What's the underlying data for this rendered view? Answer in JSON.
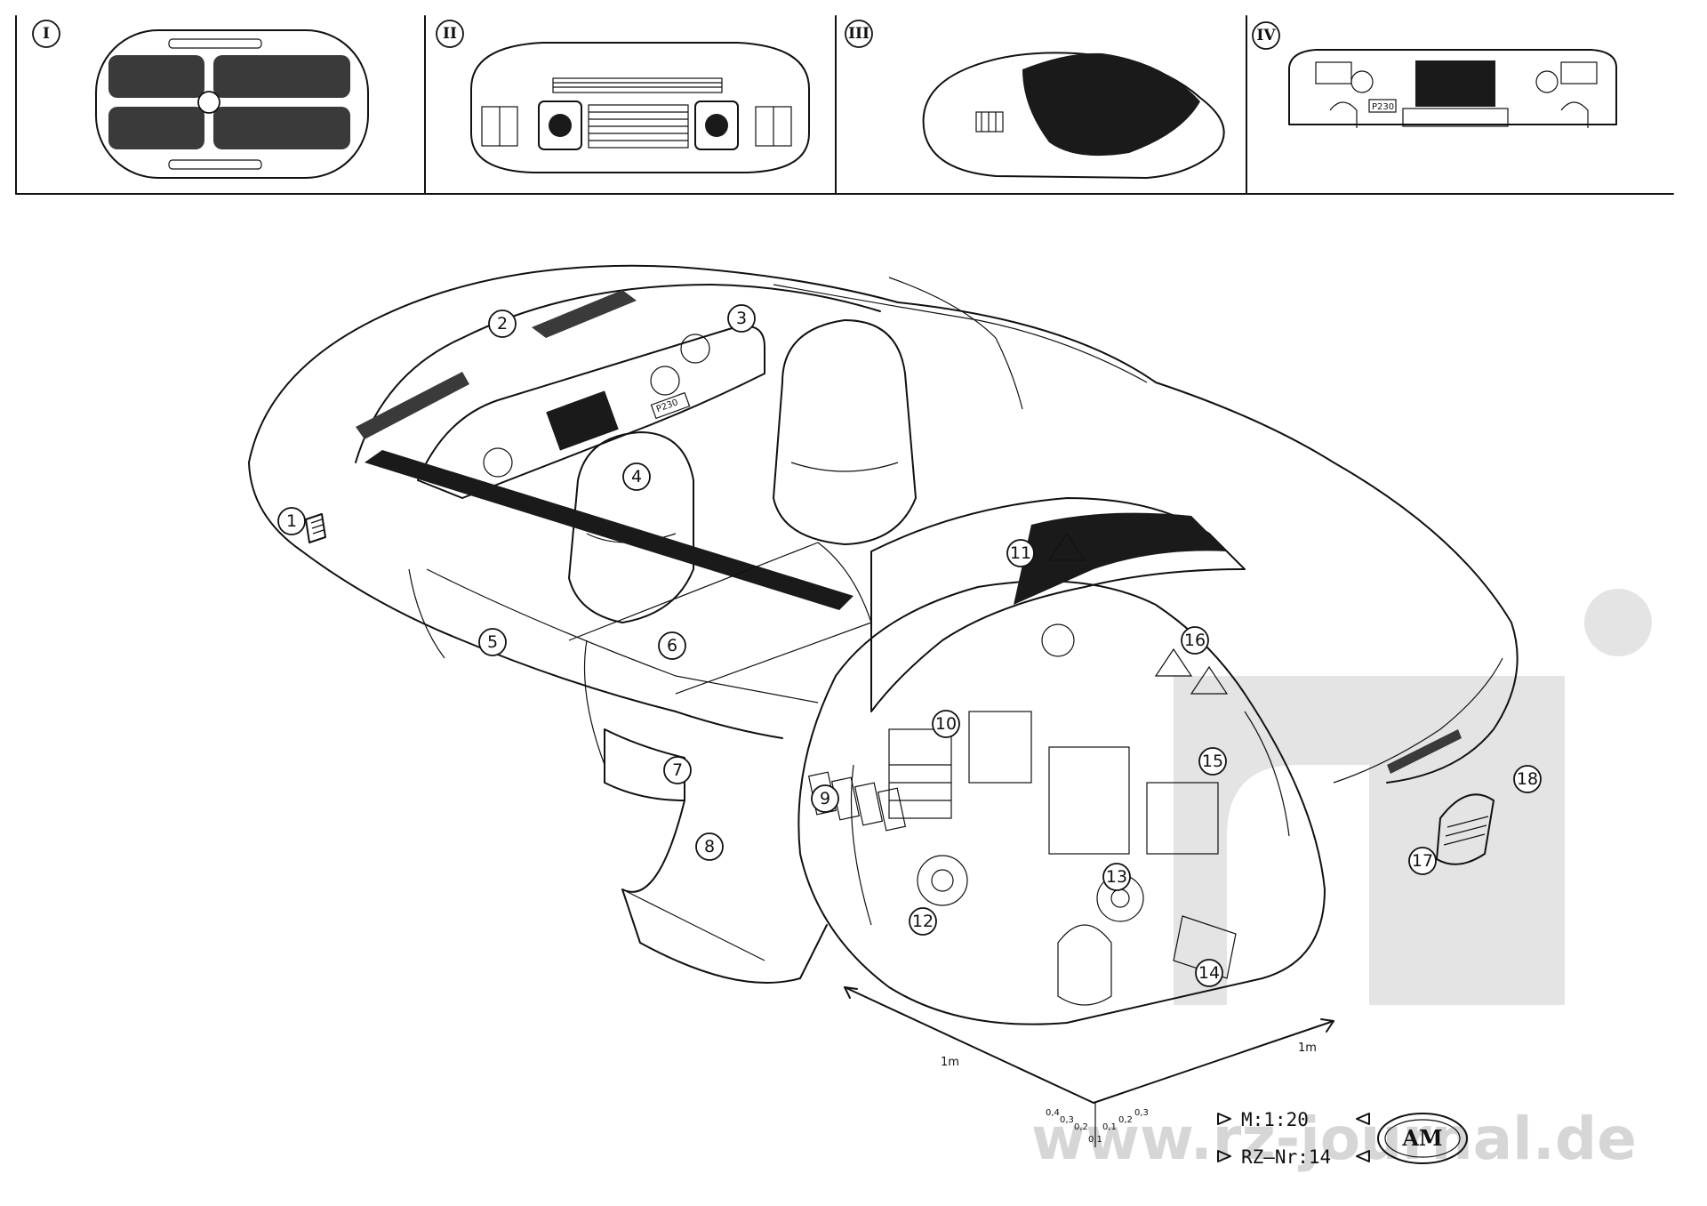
{
  "header_panels": [
    {
      "numeral": "I",
      "view": "top"
    },
    {
      "numeral": "II",
      "view": "front"
    },
    {
      "numeral": "III",
      "view": "perspective"
    },
    {
      "numeral": "IV",
      "view": "dashboard"
    }
  ],
  "panel_iv_readout": "P230",
  "dashboard_readout": "P230",
  "callouts": [
    "1",
    "2",
    "3",
    "4",
    "5",
    "6",
    "7",
    "8",
    "9",
    "10",
    "11",
    "12",
    "13",
    "14",
    "15",
    "16",
    "17",
    "18"
  ],
  "dimension_labels": {
    "left_axis": "1m",
    "right_axis": "1m"
  },
  "height_ticks": [
    "0,4",
    "0,3",
    "0,2",
    "0,1"
  ],
  "depth_ticks": [
    "0,1",
    "0,2",
    "0,3"
  ],
  "scale": "M:1:20",
  "drawing_number": "RZ–Nr:14",
  "logo": "AM",
  "watermark": {
    "site": "www.rz-journal.de",
    "color": "#cfcfcf"
  }
}
